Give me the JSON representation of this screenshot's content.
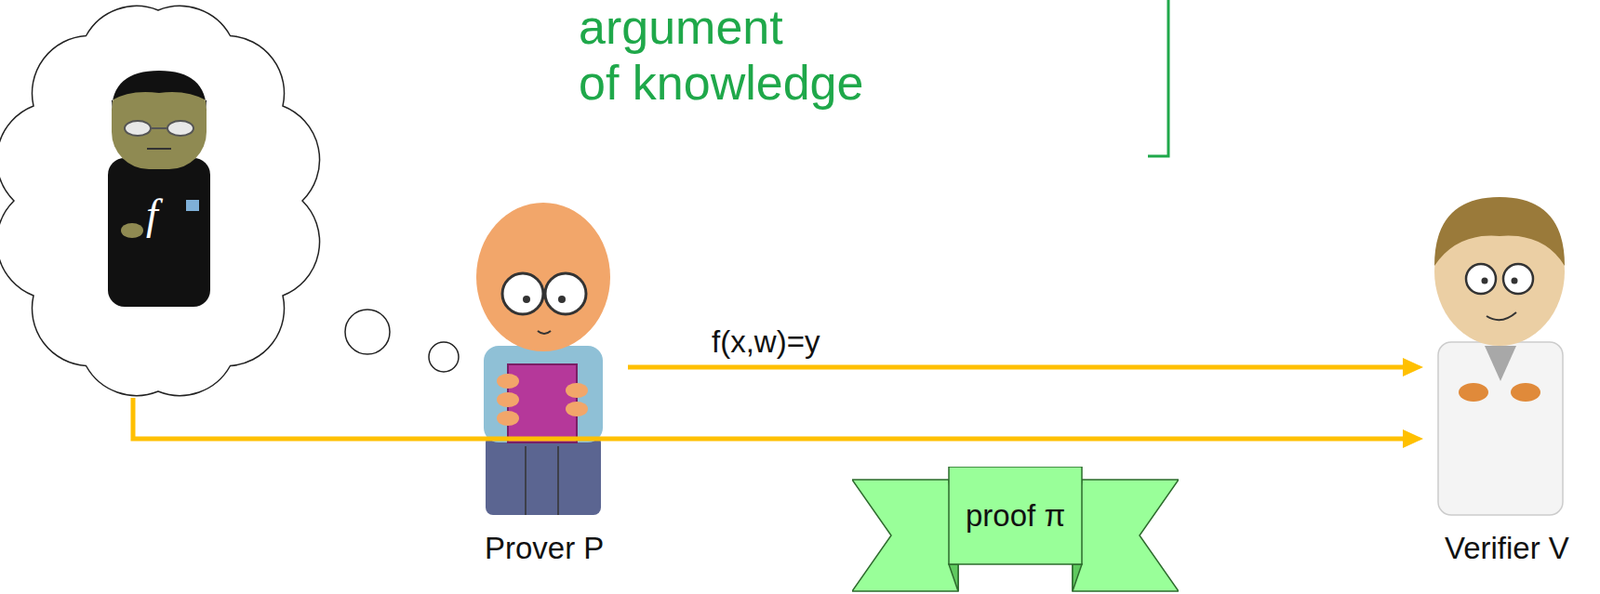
{
  "diagram": {
    "nodes": [
      {
        "text": [
          "f"
        ]
      },
      {
        "text": [
          "Prover P"
        ]
      },
      {
        "text": [
          "Verifier V"
        ]
      },
      {
        "text": [
          "proof π"
        ]
      }
    ],
    "edges": [
      {
        "from": 1,
        "to": 2,
        "arrow": "to",
        "label": "f(x,w)=y"
      },
      {
        "from": 0,
        "to": 2,
        "arrow": "to"
      }
    ],
    "labels": [
      "argument",
      "of knowledge"
    ]
  }
}
